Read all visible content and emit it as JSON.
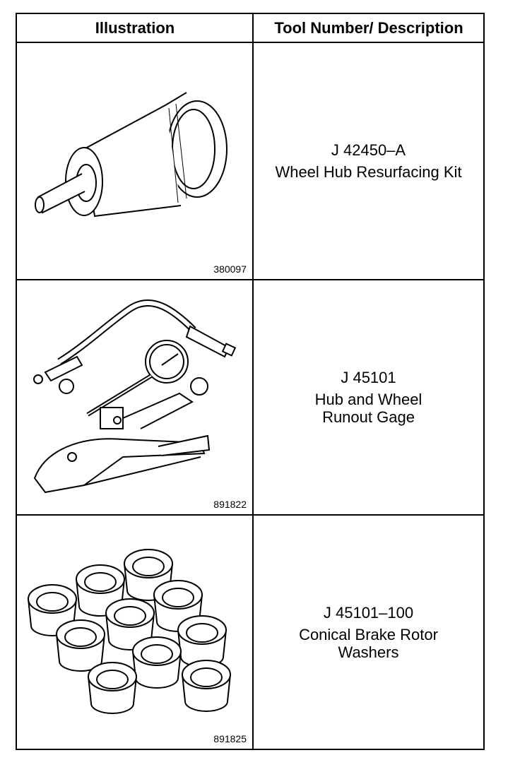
{
  "header": {
    "illustration": "Illustration",
    "tool": "Tool Number/ Description"
  },
  "rows": [
    {
      "figure": "380097",
      "number": "J 42450–A",
      "desc_lines": [
        "Wheel Hub Resurfacing Kit"
      ],
      "icon": "hub-resurfacing-tool-icon"
    },
    {
      "figure": "891822",
      "number": "J 45101",
      "desc_lines": [
        "Hub and Wheel",
        "Runout Gage"
      ],
      "icon": "runout-gage-icon"
    },
    {
      "figure": "891825",
      "number": "J 45101–100",
      "desc_lines": [
        "Conical Brake Rotor",
        "Washers"
      ],
      "icon": "rotor-washers-icon"
    }
  ]
}
